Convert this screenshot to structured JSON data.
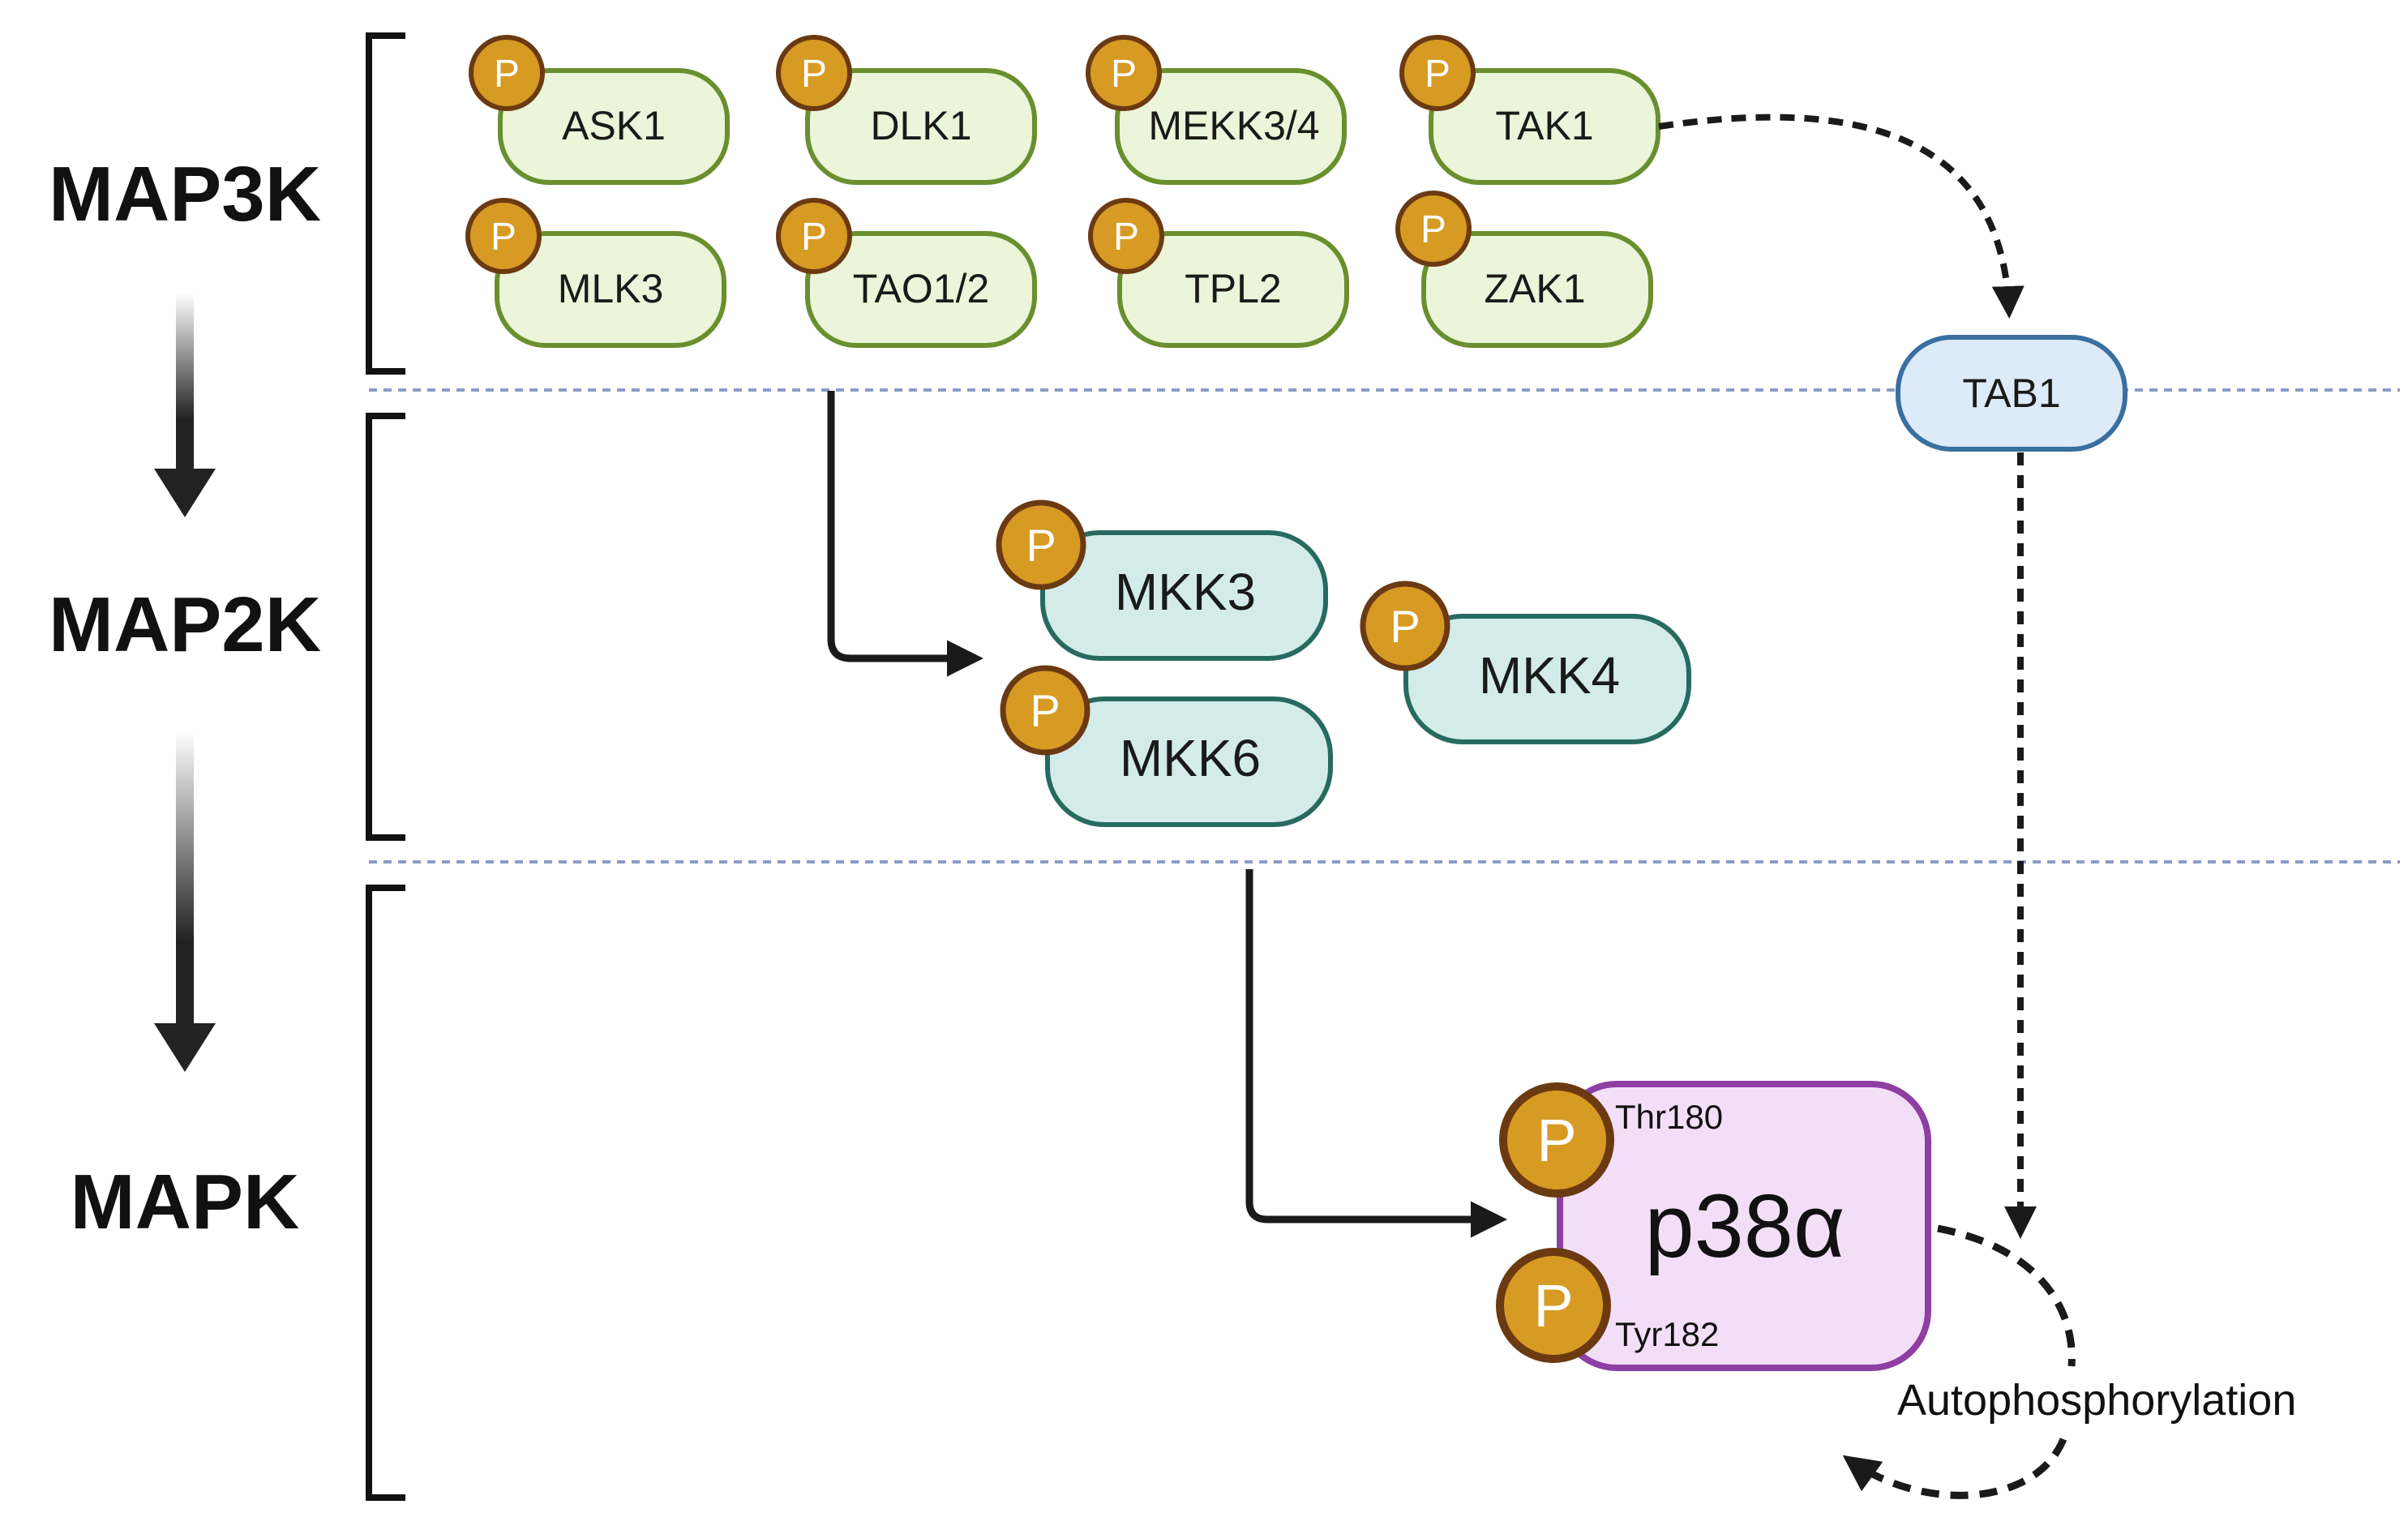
{
  "tiers": {
    "map3k": "MAP3K",
    "map2k": "MAP2K",
    "mapk": "MAPK"
  },
  "phospho_label": "P",
  "map3k_nodes": [
    "ASK1",
    "DLK1",
    "MEKK3/4",
    "TAK1",
    "MLK3",
    "TAO1/2",
    "TPL2",
    "ZAK1"
  ],
  "map2k_nodes": [
    "MKK3",
    "MKK6",
    "MKK4"
  ],
  "tab1": "TAB1",
  "p38": {
    "label": "p38α",
    "site_top": "Thr180",
    "site_bottom": "Tyr182"
  },
  "autophosphorylation": "Autophosphorylation",
  "colors": {
    "map3k_fill": "#eaf5d9",
    "map3k_stroke": "#6a8f2e",
    "map2k_fill": "#d3ecea",
    "map2k_stroke": "#276a60",
    "tab1_fill": "#ddeaf7",
    "tab1_stroke": "#3a6fa0",
    "p38_fill": "#f3def8",
    "p38_stroke": "#8e3fa3",
    "phospho_fill": "#d79a22",
    "phospho_stroke": "#6b3a12",
    "divider": "#8a9cc8",
    "arrow": "#1a1a1a"
  }
}
